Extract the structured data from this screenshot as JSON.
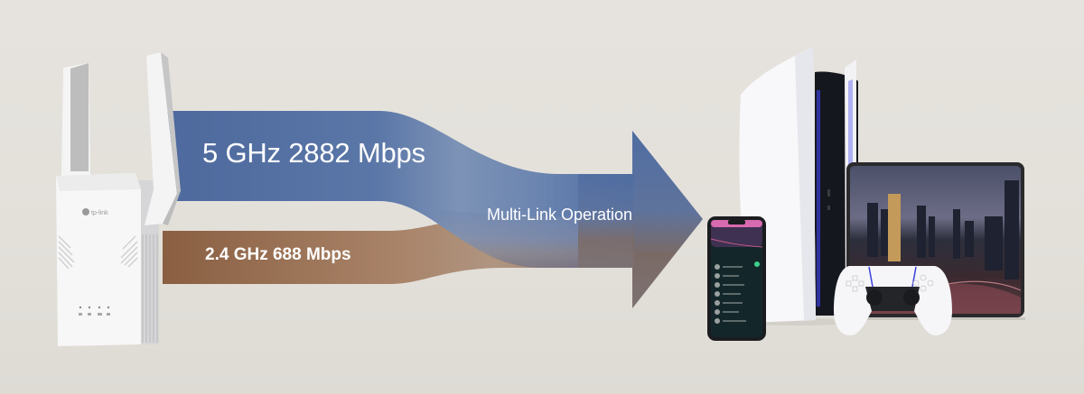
{
  "diagram": {
    "labels": {
      "band_5ghz": "5 GHz 2882 Mbps",
      "band_24ghz": "2.4 GHz 688 Mbps",
      "arrow": "Multi-Link Operation"
    },
    "source_device": {
      "type": "wifi-range-extender",
      "brand_text": "tp-link"
    },
    "target_devices": [
      {
        "type": "smartphone"
      },
      {
        "type": "game-console"
      },
      {
        "type": "game-controller"
      },
      {
        "type": "tablet"
      }
    ],
    "colors": {
      "background": "#e4e1dc",
      "band_5ghz": "#4e6b9f",
      "band_24ghz": "#8c6246",
      "arrow_top": "#4e6b9f",
      "arrow_bottom": "#7a6a64",
      "text": "#ffffff"
    }
  }
}
